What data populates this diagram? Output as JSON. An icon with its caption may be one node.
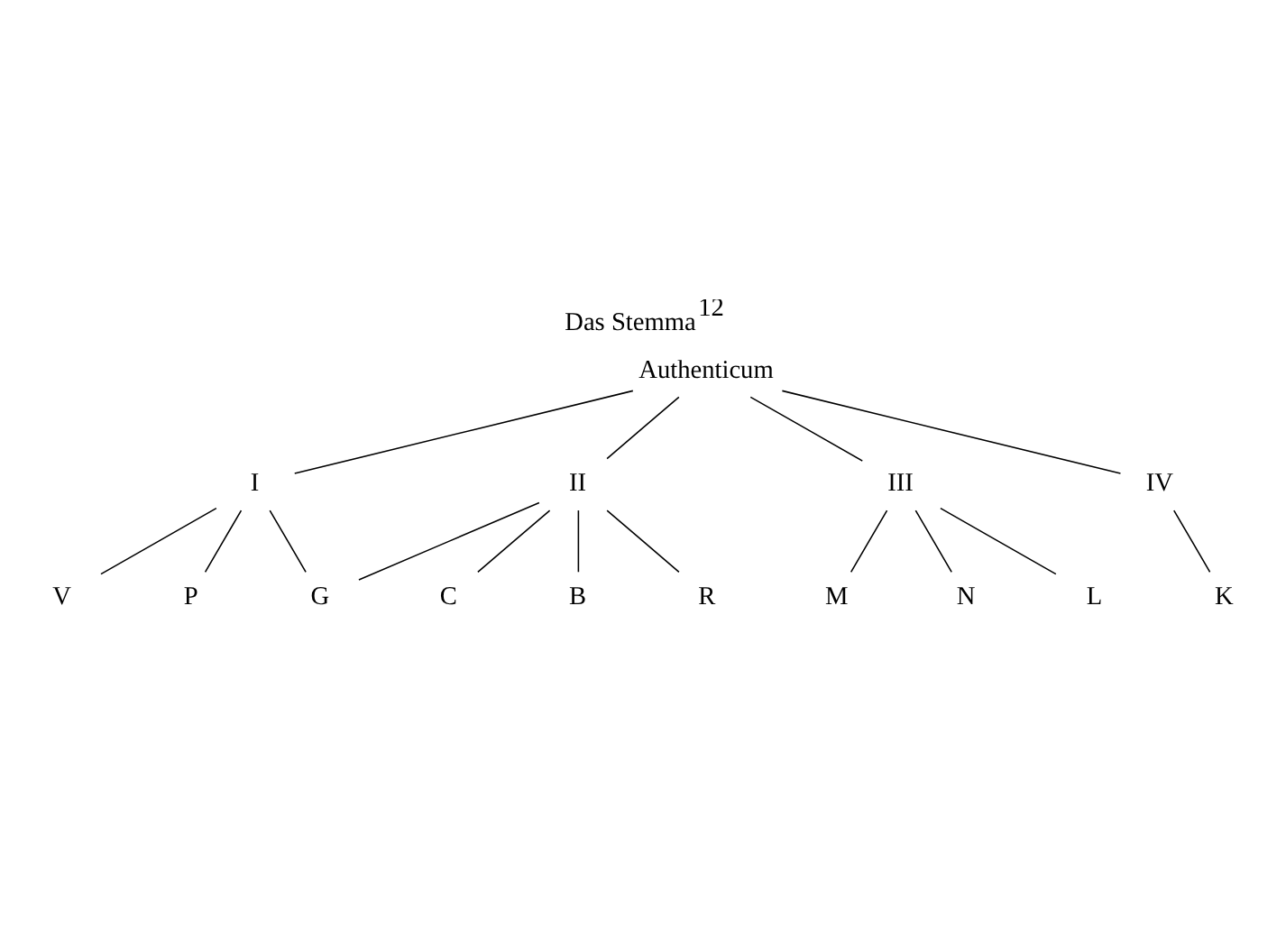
{
  "diagram": {
    "title": "Das Stemma$^{12}$",
    "nodes": [
      {
        "text": [
          "Authenticum"
        ]
      },
      {
        "text": [
          "I"
        ]
      },
      {
        "text": [
          "II"
        ]
      },
      {
        "text": [
          "III"
        ]
      },
      {
        "text": [
          "IV"
        ]
      },
      {
        "text": [
          "V"
        ]
      },
      {
        "text": [
          "P"
        ]
      },
      {
        "text": [
          "C"
        ]
      },
      {
        "text": [
          "B"
        ]
      },
      {
        "text": [
          "M"
        ]
      },
      {
        "text": [
          "G"
        ]
      },
      {
        "text": [
          "R"
        ]
      },
      {
        "text": [
          "N"
        ]
      },
      {
        "text": [
          "L"
        ]
      },
      {
        "text": [
          "K"
        ]
      }
    ],
    "edges": [
      {
        "from": 0,
        "to": 1,
        "arrow": "none"
      },
      {
        "from": 0,
        "to": 2,
        "arrow": "none"
      },
      {
        "from": 0,
        "to": 3,
        "arrow": "none"
      },
      {
        "from": 0,
        "to": 4,
        "arrow": "none"
      },
      {
        "from": 1,
        "to": 5,
        "arrow": "none"
      },
      {
        "from": 1,
        "to": 6,
        "arrow": "none"
      },
      {
        "from": 1,
        "to": 10,
        "arrow": "none"
      },
      {
        "from": 2,
        "to": 10,
        "arrow": "none"
      },
      {
        "from": 2,
        "to": 7,
        "arrow": "none"
      },
      {
        "from": 2,
        "to": 8,
        "arrow": "none"
      },
      {
        "from": 2,
        "to": 11,
        "arrow": "none"
      },
      {
        "from": 3,
        "to": 9,
        "arrow": "none"
      },
      {
        "from": 3,
        "to": 12,
        "arrow": "none"
      },
      {
        "from": 3,
        "to": 13,
        "arrow": "none"
      },
      {
        "from": 4,
        "to": 14,
        "arrow": "none"
      }
    ]
  }
}
